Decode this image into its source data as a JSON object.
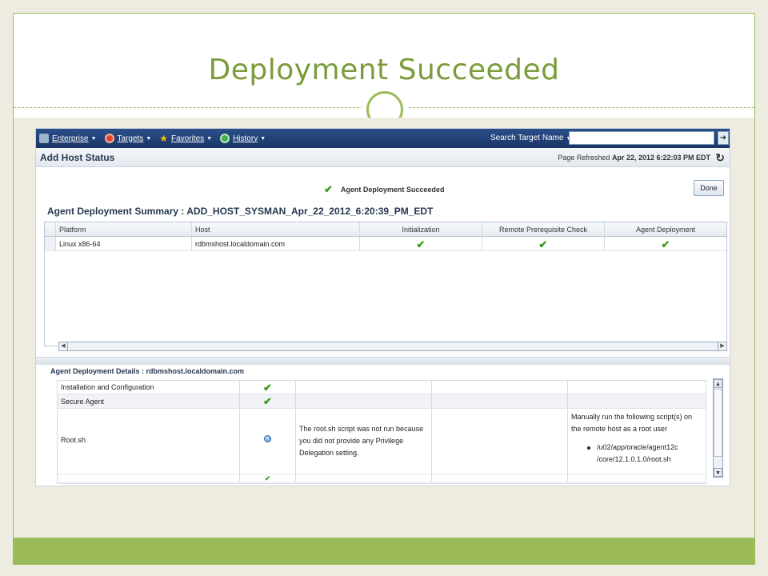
{
  "slide": {
    "title": "Deployment Succeeded"
  },
  "topnav": {
    "items": [
      {
        "label": "Enterprise",
        "icon": "enterprise-icon"
      },
      {
        "label": "Targets",
        "icon": "targets-icon"
      },
      {
        "label": "Favorites",
        "icon": "star-icon"
      },
      {
        "label": "History",
        "icon": "history-icon"
      }
    ],
    "search_label": "Search Target Name",
    "search_value": ""
  },
  "header": {
    "title": "Add Host Status",
    "refreshed_label": "Page Refreshed",
    "refreshed_value": "Apr 22, 2012 6:22:03 PM EDT"
  },
  "status": {
    "message": "Agent Deployment Succeeded",
    "done_label": "Done"
  },
  "summary": {
    "title": "Agent Deployment Summary : ADD_HOST_SYSMAN_Apr_22_2012_6:20:39_PM_EDT",
    "columns": [
      "Platform",
      "Host",
      "Initialization",
      "Remote Prerequisite Check",
      "Agent Deployment"
    ],
    "rows": [
      {
        "platform": "Linux x86-64",
        "host": "rdbmshost.localdomain.com",
        "initialization": "success",
        "prereq": "success",
        "deployment": "success"
      }
    ]
  },
  "details": {
    "title": "Agent Deployment Details : rdbmshost.localdomain.com",
    "rows": [
      {
        "step": "Installation and Configuration",
        "status": "success",
        "message": "",
        "cause": "",
        "action": ""
      },
      {
        "step": "Secure Agent",
        "status": "success",
        "message": "",
        "cause": "",
        "action": ""
      },
      {
        "step": "Root.sh",
        "status": "pending",
        "message": "The root.sh script was not run because you did not provide any Privilege Delegation setting.",
        "cause": "",
        "action": "Manually run the following script(s) on the remote host as a root user",
        "action_item": "/u02/app/oracle/agent12c /core/12.1.0.1.0/root.sh"
      }
    ]
  },
  "glyphs": {
    "check": "✔",
    "caret": "▼",
    "go": "➜",
    "refresh": "↻"
  },
  "colors": {
    "accent": "#9bbb59",
    "title": "#7a9c3a",
    "nav": "#1f3d70",
    "success": "#3a9a1a"
  }
}
